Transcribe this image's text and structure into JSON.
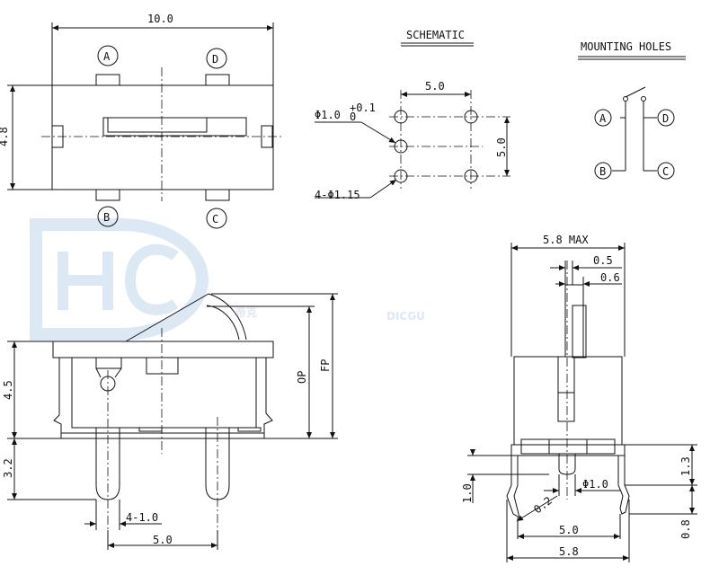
{
  "watermark": {
    "cn": "帝克",
    "en": "DICGU"
  },
  "top_view": {
    "width_dim": "10.0",
    "height_dim": "4.8",
    "terminals": {
      "a": "A",
      "b": "B",
      "c": "C",
      "d": "D"
    }
  },
  "schematic": {
    "title": "SCHEMATIC",
    "pitch_h": "5.0",
    "pitch_v": "5.0",
    "hole_label_main": "Φ1.0",
    "hole_label_sup": "+0.1",
    "hole_label_sub": "0",
    "hole_label_4": "4-Φ1.15"
  },
  "mounting": {
    "title": "MOUNTING HOLES",
    "terminals": {
      "a": "A",
      "b": "B",
      "c": "C",
      "d": "D"
    }
  },
  "front_view": {
    "height_dim": "4.5",
    "pin_len_dim": "3.2",
    "op": "OP",
    "fp": "FP",
    "pin_dia": "4-1.0",
    "pin_pitch": "5.0"
  },
  "side_view": {
    "max_width": "5.8 MAX",
    "lever_w1": "0.5",
    "lever_w2": "0.6",
    "hole_dia": "Φ1.0",
    "radius": "0.2",
    "dim_1_0": "1.0",
    "dim_1_3": "1.3",
    "dim_0_8": "0.8",
    "pin_pitch": "5.0",
    "base_width": "5.8"
  }
}
